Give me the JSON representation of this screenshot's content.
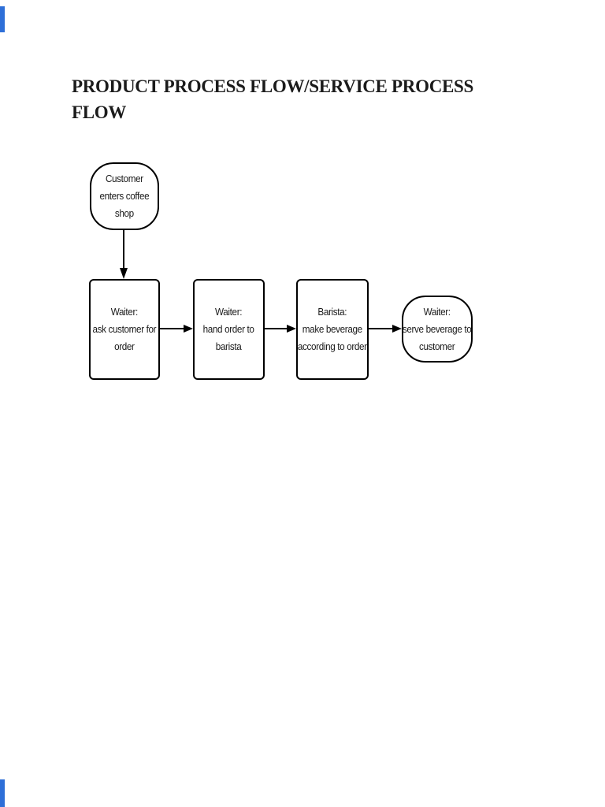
{
  "page": {
    "background_color": "#ffffff",
    "edge_strip_color": "#2e6fd8"
  },
  "document": {
    "title_line1": "PRODUCT PROCESS FLOW/SERVICE PROCESS",
    "title_line2": "FLOW"
  },
  "flowchart": {
    "stroke_color": "#000000",
    "text_color": "#1a1a1a",
    "nodes": [
      {
        "type": "terminator",
        "label": "Customer\nenters coffee\nshop"
      },
      {
        "type": "process",
        "label": "Waiter:\nask customer for\norder"
      },
      {
        "type": "process",
        "label": "Waiter:\nhand order to\nbarista"
      },
      {
        "type": "process",
        "label": "Barista:\nmake beverage\naccording to order"
      },
      {
        "type": "terminator",
        "label": "Waiter:\nserve beverage to\ncustomer"
      }
    ],
    "connectors": [
      {
        "from": "Customer enters coffee shop",
        "to": "Waiter: ask customer for order",
        "direction": "down"
      },
      {
        "from": "Waiter: ask customer for order",
        "to": "Waiter: hand order to barista",
        "direction": "right"
      },
      {
        "from": "Waiter: hand order to barista",
        "to": "Barista: make beverage according to order",
        "direction": "right"
      },
      {
        "from": "Barista: make beverage according to order",
        "to": "Waiter: serve beverage to customer",
        "direction": "right"
      }
    ]
  }
}
